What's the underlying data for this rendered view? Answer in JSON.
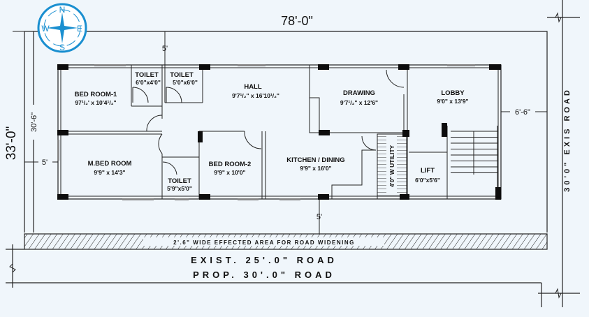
{
  "compass": {
    "n": "N",
    "s": "S",
    "e": "E",
    "w": "W",
    "color": "#1a8fd0"
  },
  "dimensions": {
    "overall_width": "78'-0\"",
    "overall_depth": "33'-0\"",
    "inner_depth": "30'-6\"",
    "top_setback": "5'",
    "bottom_setback": "5'",
    "left_setback": "5'",
    "right_setback": "6'-6\""
  },
  "rooms": [
    {
      "name": "BED ROOM-1",
      "size": "97¹/₂' x 10'4¹/₂\""
    },
    {
      "name": "TOILET",
      "size": "6'0\"x4'0\""
    },
    {
      "name": "TOILET",
      "size": "5'0\"x6'0\""
    },
    {
      "name": "HALL",
      "size": "9'7¹/₂\" x 16'10¹/₂\""
    },
    {
      "name": "DRAWING",
      "size": "9'7¹/₂\" x 12'6\""
    },
    {
      "name": "LOBBY",
      "size": "9'0\" x 13'9\""
    },
    {
      "name": "M.BED ROOM",
      "size": "9'9\" x 14'3\""
    },
    {
      "name": "TOILET",
      "size": "5'9\"x5'0\""
    },
    {
      "name": "BED ROOM-2",
      "size": "9'9\" x 10'0\""
    },
    {
      "name": "KITCHEN / DINING",
      "size": "9'9\" x 16'0\""
    },
    {
      "name": "LIFT",
      "size": "6'0\"x5'6\""
    }
  ],
  "utility": "4'0\" W UTILITY",
  "road_widening_note": "2'.6\" WIDE EFFECTED AREA FOR ROAD WIDENING",
  "existing_road": "EXIST.  25'.0\"  ROAD",
  "proposed_road": "PROP.  30'.0\"  ROAD",
  "side_road": "30'0\" EXIS ROAD"
}
